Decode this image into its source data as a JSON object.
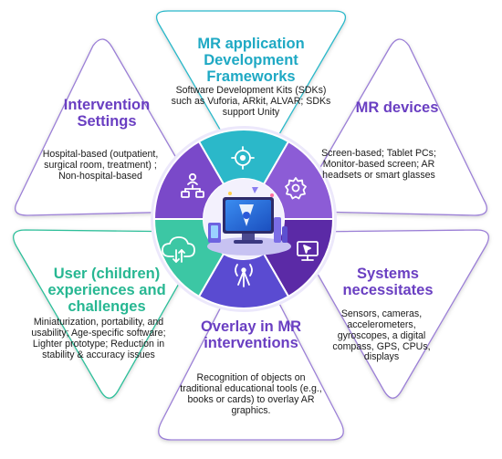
{
  "colors": {
    "teal": "#2bb8c9",
    "purple": "#7a49c9",
    "violet": "#8c5cd6",
    "indigo": "#5a4bd1",
    "green": "#3cc7a4",
    "dark_purple": "#5b2aa6",
    "outline_light": "#c9b6ef",
    "green_outline": "#2fbf9a",
    "title_teal": "#1fa9c4",
    "title_purple": "#6a3fc2",
    "title_green": "#27b792"
  },
  "icons": [
    "target-icon",
    "gear-icon",
    "monitor-icon",
    "antenna-icon",
    "cloud-icon",
    "org-chart-icon",
    "computer-illustration"
  ],
  "sections": [
    {
      "id": "top",
      "title": "MR application Development Frameworks",
      "body": "Software Development Kits (SDKs) such as Vuforia, ARkit, ALVAR; SDKs support Unity"
    },
    {
      "id": "upper-right",
      "title": "MR devices",
      "body": "Screen-based; Tablet PCs; Monitor-based screen; AR headsets or smart glasses"
    },
    {
      "id": "lower-right",
      "title": "Systems necessitates",
      "body": "Sensors, cameras, accelerometers, gyroscopes, a digital compass, GPS, CPUs,  displays"
    },
    {
      "id": "bottom",
      "title": "Overlay in MR interventions",
      "body": "Recognition of objects on traditional educational tools (e.g., books or cards) to overlay AR graphics."
    },
    {
      "id": "lower-left",
      "title": "User (children) experiences and challenges",
      "body": "Miniaturization, portability, and usability; Age-specific software; Lighter prototype; Reduction in stability & accuracy issues"
    },
    {
      "id": "upper-left",
      "title": "Intervention Settings",
      "body": "Hospital-based (outpatient, surgical room, treatment) ; Non-hospital-based"
    }
  ]
}
